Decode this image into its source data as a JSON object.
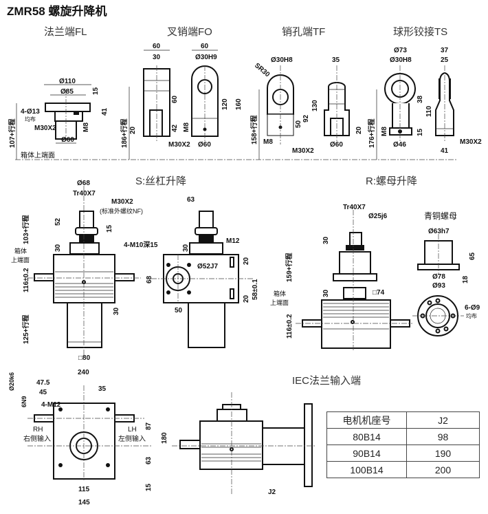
{
  "title": "ZMR58 螺旋升降机",
  "sections": {
    "fl": {
      "label": "法兰端FL",
      "dims": [
        "Ø110",
        "Ø85",
        "15",
        "41",
        "4-Ø13",
        "均布",
        "M30X2",
        "M8",
        "Ø60",
        "107+行程"
      ],
      "ref_label": "箱体上端面"
    },
    "fo": {
      "label": "叉销端FO",
      "dims": [
        "60",
        "30",
        "60",
        "Ø30H9",
        "60",
        "120",
        "160",
        "42",
        "20",
        "M8",
        "M30X2",
        "Ø60",
        "186+行程"
      ]
    },
    "tf": {
      "label": "销孔端TF",
      "dims": [
        "Ø30H8",
        "SR30",
        "35",
        "130",
        "92",
        "50",
        "20",
        "M8",
        "M30X2",
        "Ø60",
        "158+行程"
      ]
    },
    "ts": {
      "label": "球形铰接TS",
      "dims": [
        "Ø73",
        "Ø30H8",
        "37",
        "25",
        "38",
        "110",
        "15",
        "M8",
        "Ø46",
        "M30X2",
        "41",
        "176+行程"
      ]
    },
    "s": {
      "label": "S:丝杠升降",
      "dims": [
        "Ø68",
        "Tr40X7",
        "M30X2",
        "(标准外螺纹NF)",
        "52",
        "15",
        "103+行程",
        "30",
        "116±0.2",
        "30",
        "125+行程",
        "□80",
        "63",
        "4-M10深15",
        "M12",
        "30",
        "Ø52J7",
        "68",
        "20",
        "20",
        "58±0.1",
        "50"
      ],
      "ref_label_1": "箱体",
      "ref_label_2": "上端面"
    },
    "r": {
      "label": "R:螺母升降",
      "dims": [
        "Tr40X7",
        "Ø25j6",
        "30",
        "159+行程",
        "30",
        "□74",
        "116±0.2"
      ],
      "ref_label_1": "箱体",
      "ref_label_2": "上端面"
    },
    "nut": {
      "label": "青铜螺母",
      "dims": [
        "Ø63h7",
        "65",
        "Ø78",
        "Ø93",
        "18",
        "6-Ø9",
        "均布"
      ]
    },
    "bottom": {
      "dims": [
        "240",
        "47.5",
        "45",
        "35",
        "4-M12",
        "Ø20k6",
        "6N9",
        "87",
        "180",
        "63",
        "15",
        "115",
        "145"
      ],
      "rh_1": "RH",
      "rh_2": "右侧输入",
      "lh_1": "LH",
      "lh_2": "左侧输入"
    },
    "iec": {
      "label": "IEC法兰输入端",
      "dim": "J2"
    }
  },
  "table": {
    "headers": [
      "电机机座号",
      "J2"
    ],
    "rows": [
      [
        "80B14",
        "98"
      ],
      [
        "90B14",
        "190"
      ],
      [
        "100B14",
        "200"
      ]
    ]
  }
}
